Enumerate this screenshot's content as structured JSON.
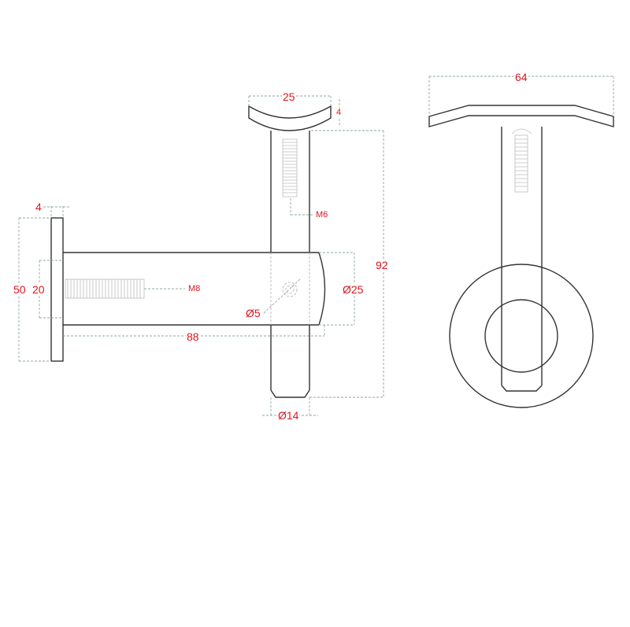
{
  "drawing": {
    "title": "Handrail bracket technical drawing",
    "dimension_color": "#e0141c",
    "views": {
      "side_view": {
        "wall_plate_thickness": "4",
        "wall_plate_diameter": "50",
        "inner_bolt_spacing": "20",
        "wall_thread": "M8",
        "arm_length": "88",
        "pin_hole_diameter": "Ø5",
        "arm_diameter": "Ø25"
      },
      "front_view": {
        "saddle_width": "25",
        "saddle_height": "4",
        "saddle_thread": "M6",
        "stem_height": "92",
        "stem_diameter": "Ø14"
      },
      "end_view": {
        "saddle_length": "64"
      }
    }
  }
}
